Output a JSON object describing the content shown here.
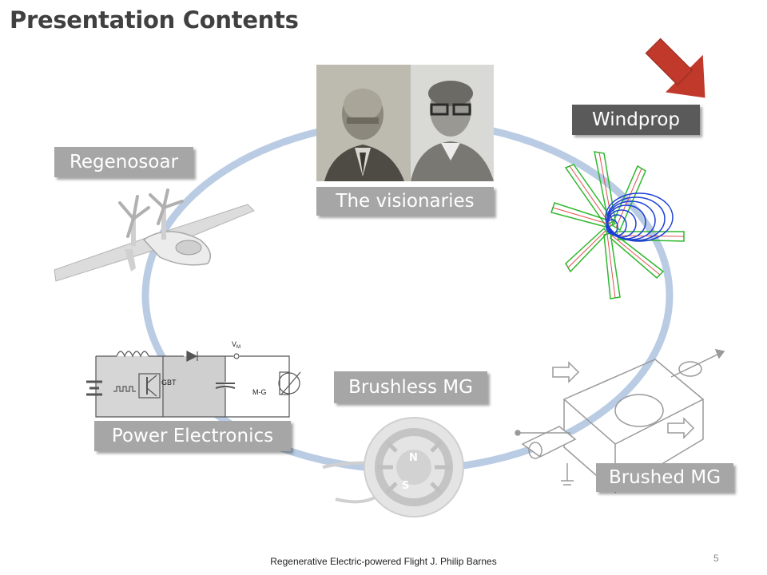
{
  "slide": {
    "title": "Presentation Contents",
    "labels": {
      "regenosoar": "Regenosoar",
      "visionaries": "The visionaries",
      "windprop": "Windprop",
      "brushless": "Brushless MG",
      "power": "Power Electronics",
      "brushed": "Brushed MG"
    },
    "circuit": {
      "vm": "V",
      "vm_sub": "M",
      "gbt": "GBT",
      "mg": "M-G"
    },
    "motor": {
      "n": "N",
      "s": "S"
    },
    "footer": "Regenerative Electric-powered Flight   J. Philip Barnes",
    "page_number": "5",
    "colors": {
      "ring": "#b9cce4",
      "label_gray": "#a6a6a6",
      "label_dark": "#5a5a5a",
      "arrow": "#c0392b",
      "prop_green": "#2eb82e",
      "prop_blue": "#1e3fd6"
    }
  }
}
